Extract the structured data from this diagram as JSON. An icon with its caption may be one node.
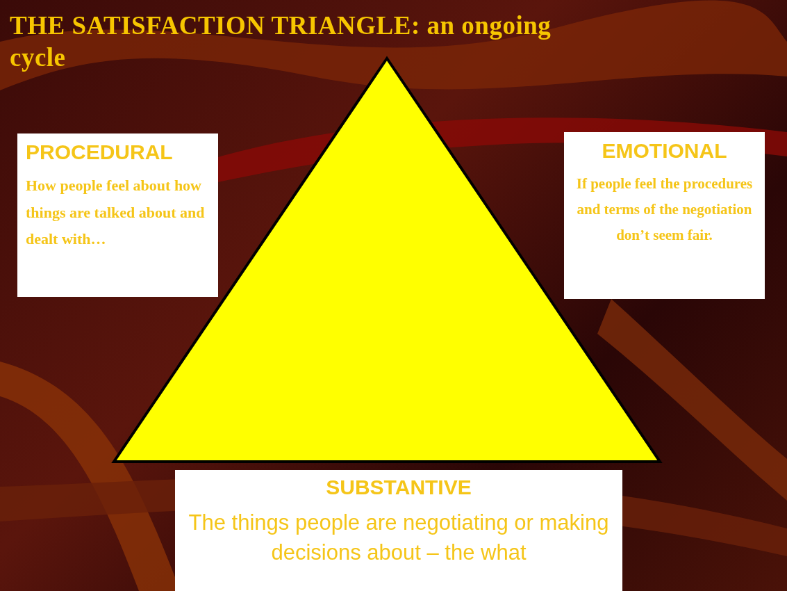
{
  "diagram": {
    "title": "THE SATISFACTION TRIANGLE: an ongoing cycle",
    "nodes": [
      {
        "text": [],
        "shape": "triangle"
      },
      {
        "text": [
          "PROCEDURAL",
          "How people feel about how things are talked about and dealt with…"
        ]
      },
      {
        "text": [
          "EMOTIONAL",
          "If people feel the procedures and terms of the negotiation don’t seem fair."
        ]
      },
      {
        "text": [
          "SUBSTANTIVE",
          "The things people are negotiating or making decisions about – the what"
        ]
      }
    ],
    "edges": []
  }
}
